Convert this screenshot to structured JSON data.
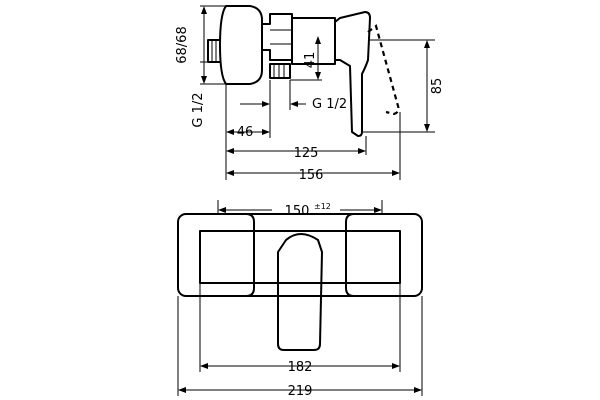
{
  "drawing": {
    "side_view": {
      "dims": {
        "height_68_68": "68/68",
        "inlet_thread": "G 1/2",
        "outlet_thread": "G 1/2",
        "outlet_height": "41",
        "lever_height": "85",
        "offset": "46",
        "depth_body": "125",
        "depth_total": "156"
      }
    },
    "front_view": {
      "dims": {
        "centers": "150",
        "centers_tolerance": "±12",
        "body_width": "182",
        "total_width": "219"
      }
    }
  }
}
